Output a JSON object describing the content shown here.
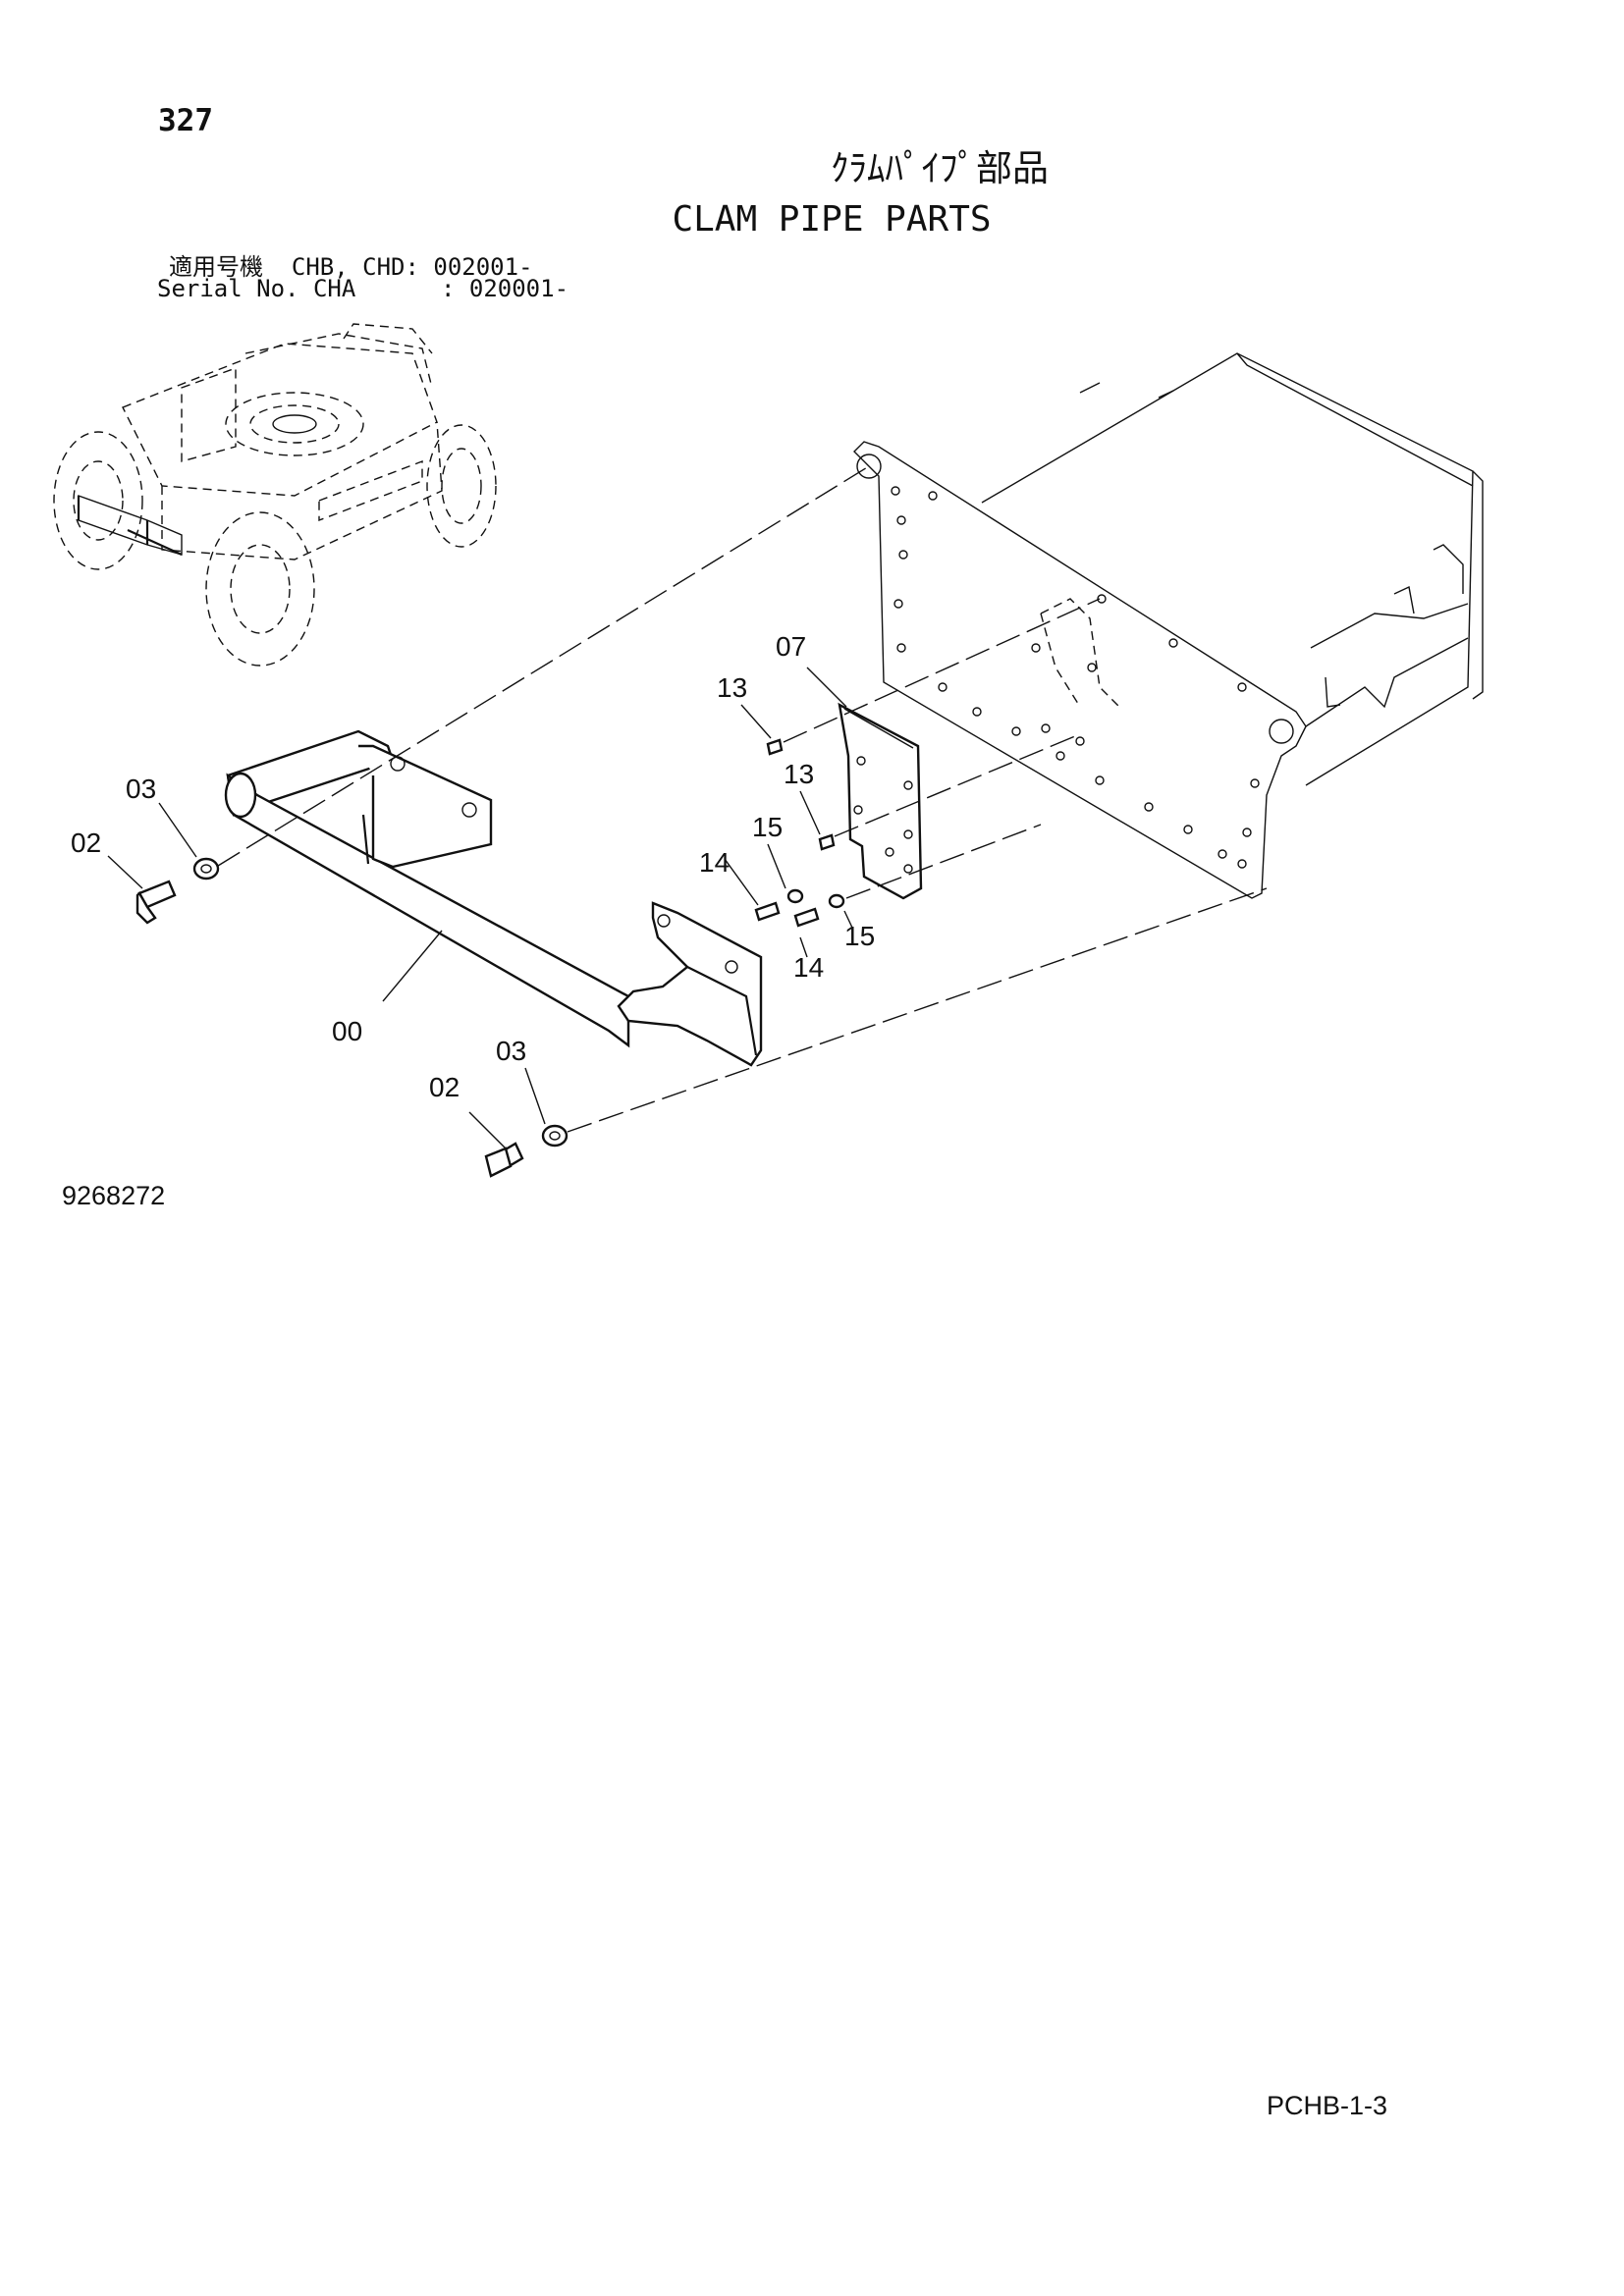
{
  "header": {
    "page_number": "327",
    "title_jp": "ｸﾗﾑﾊﾟｲﾌﾟ部品",
    "title_en": "CLAM PIPE PARTS",
    "serial_line_1": "適用号機  CHB, CHD: 002001-",
    "serial_line_2": "Serial No. CHA      : 020001-"
  },
  "callouts": {
    "p00": "00",
    "p02_a": "02",
    "p03_a": "03",
    "p02_b": "02",
    "p03_b": "03",
    "p07": "07",
    "p13_a": "13",
    "p13_b": "13",
    "p14_a": "14",
    "p14_b": "14",
    "p15_a": "15",
    "p15_b": "15"
  },
  "footer": {
    "drawing_number": "9268272",
    "page_code": "PCHB-1-3"
  }
}
